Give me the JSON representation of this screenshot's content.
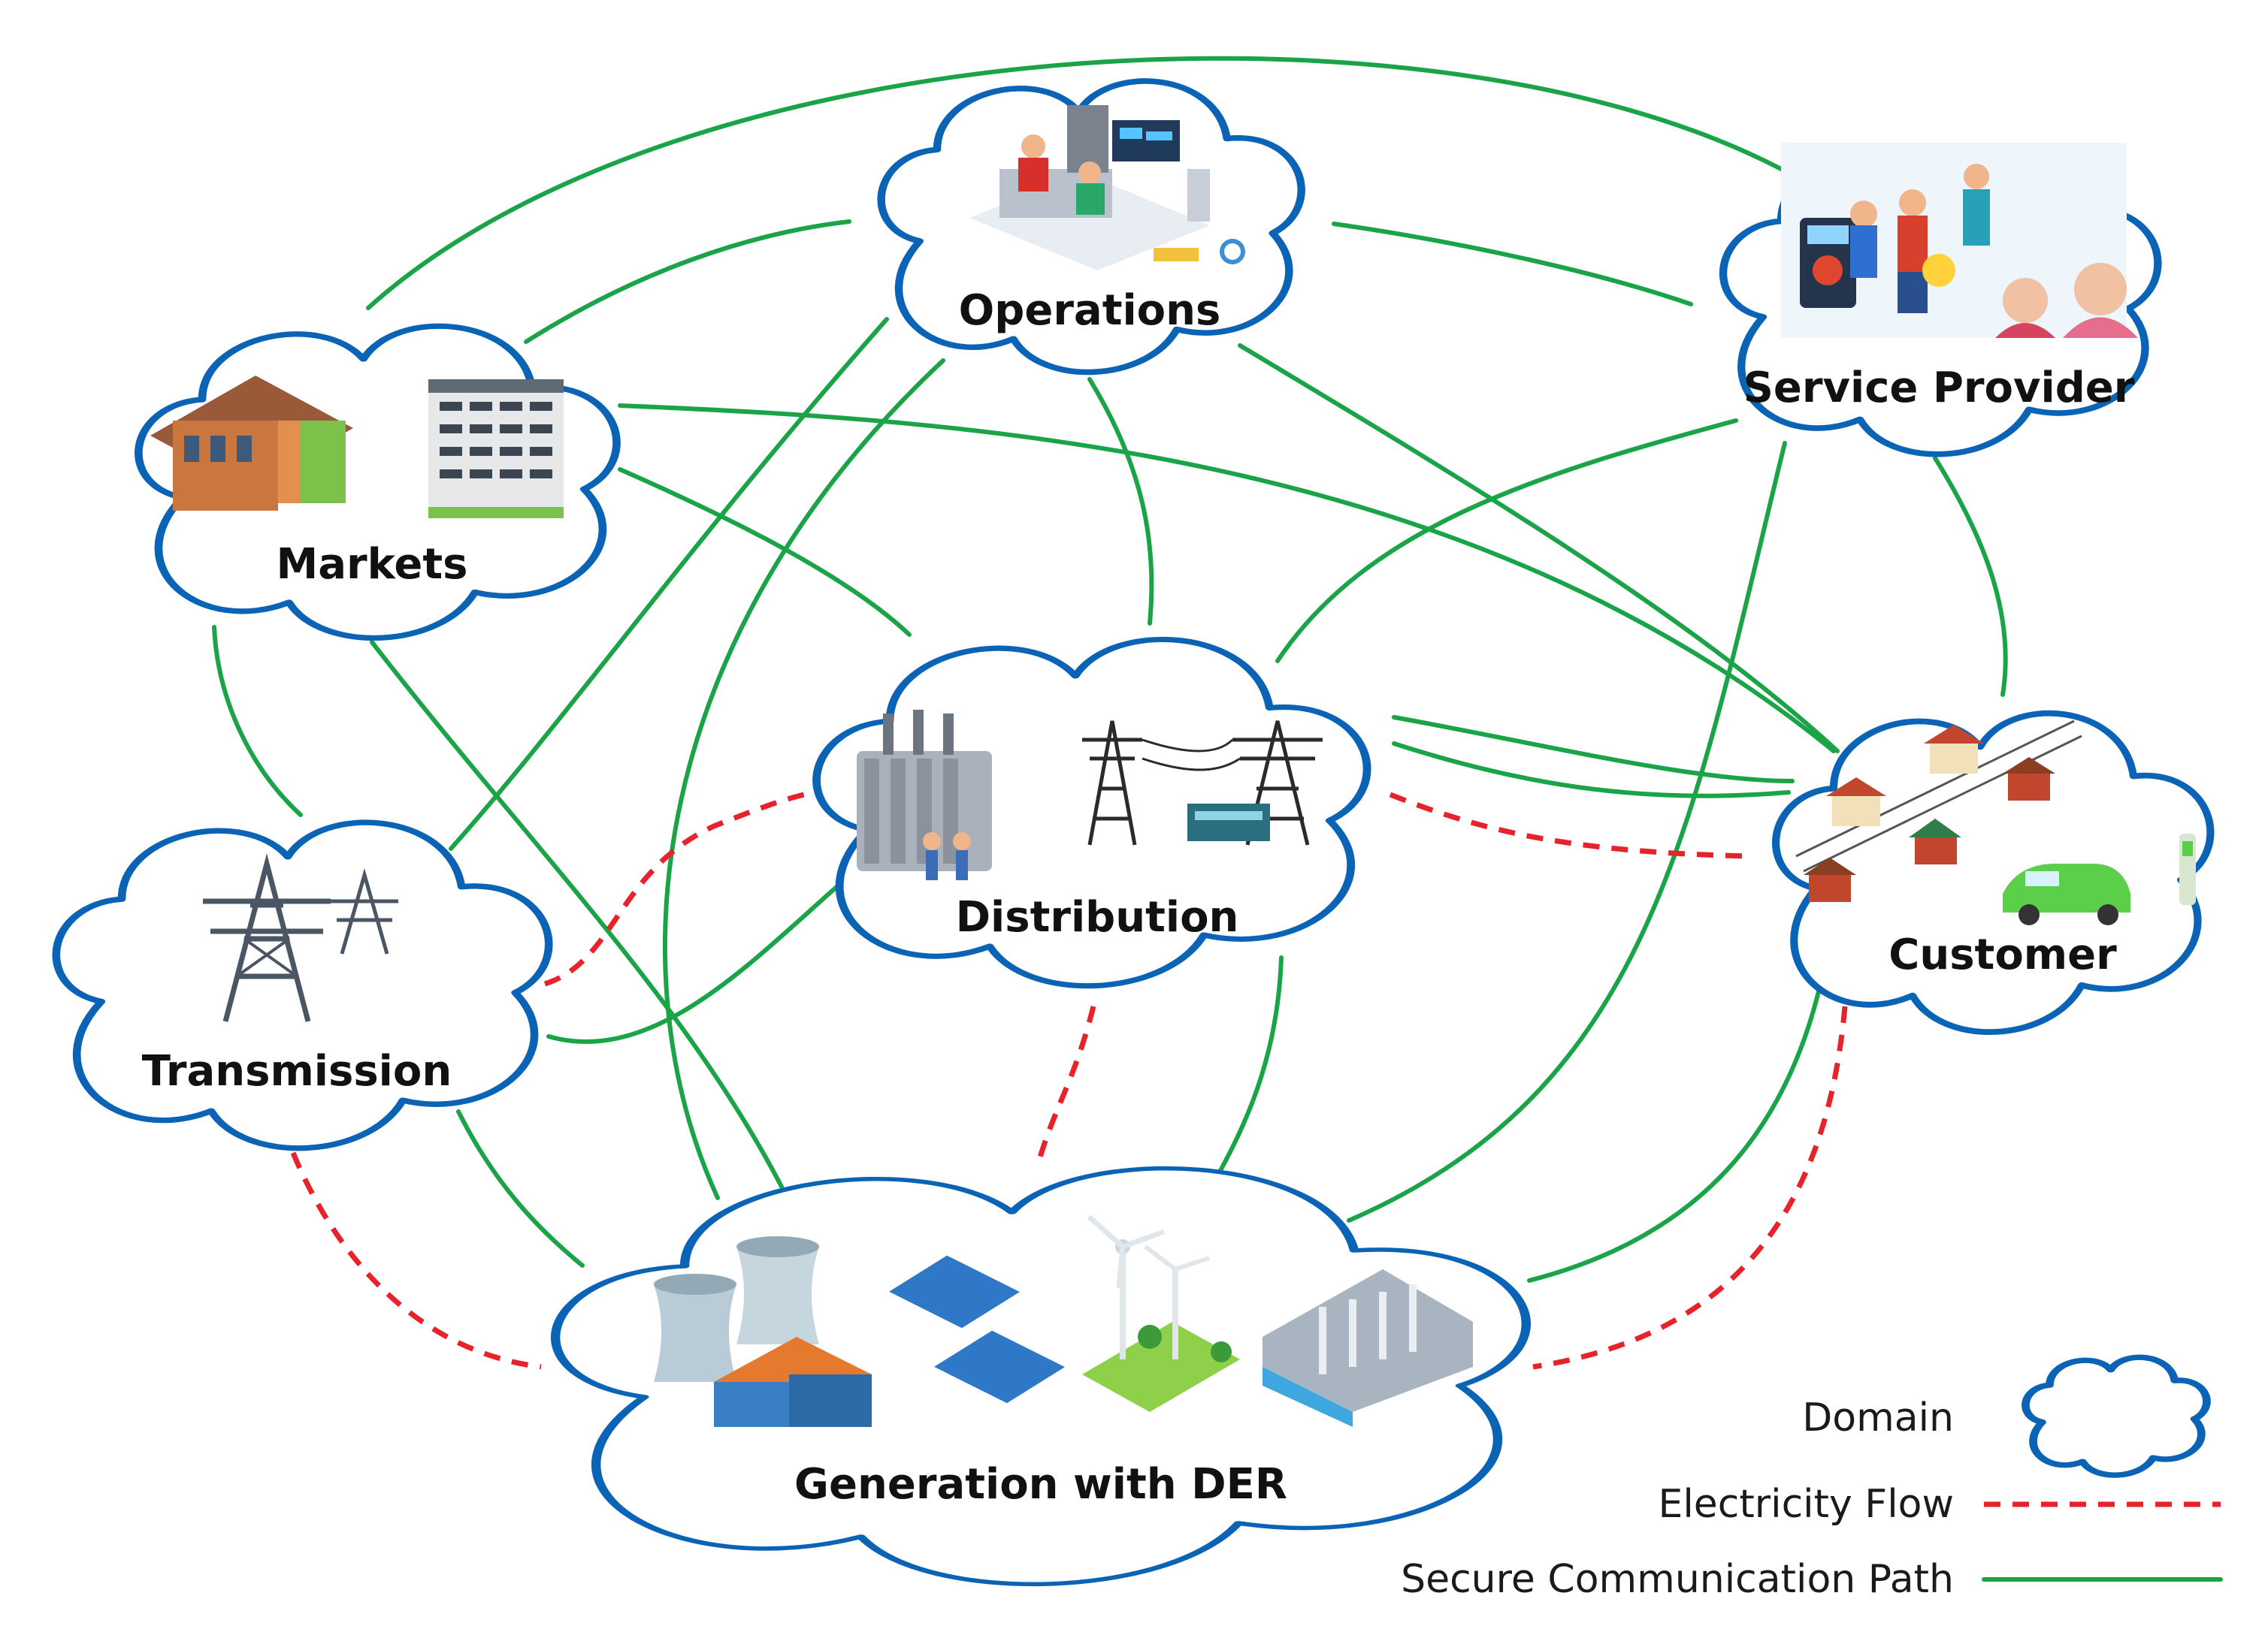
{
  "domains": {
    "operations": "Operations",
    "service_provider": "Service Provider",
    "markets": "Markets",
    "distribution": "Distribution",
    "customer": "Customer",
    "transmission": "Transmission",
    "generation": "Generation with DER"
  },
  "legend": {
    "domain": "Domain",
    "electricity_flow": "Electricity Flow",
    "secure_path": "Secure Communication Path"
  },
  "colors": {
    "cloud_outline": "#0b63b6",
    "secure_path": "#1aa447",
    "electricity_flow": "#e8222a"
  },
  "icons": {
    "operations": "control-room-operators-icon",
    "service_provider": "technicians-and-support-agents-icon",
    "markets": "market-buildings-icon",
    "distribution": "transformer-and-power-lines-icon",
    "customer": "houses-and-electric-vehicle-icon",
    "transmission": "transmission-tower-icon",
    "generation": "power-plant-solar-wind-hydro-icon"
  }
}
